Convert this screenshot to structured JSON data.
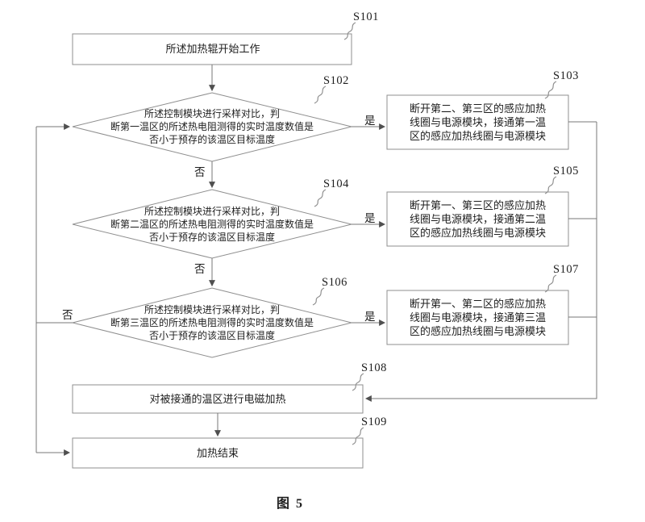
{
  "caption": "图 5",
  "labels": {
    "yes": "是",
    "no": "否"
  },
  "nodes": {
    "s101": {
      "ref": "S101",
      "text": "所述加热辊开始工作"
    },
    "s102": {
      "ref": "S102",
      "text": "所述控制模块进行采样对比，判\n断第一温区的所述热电阻测得的实时温度数值是\n否小于预存的该温区目标温度"
    },
    "s103": {
      "ref": "S103",
      "text": "断开第二、第三区的感应加热\n线圈与电源模块，接通第一温\n区的感应加热线圈与电源模块"
    },
    "s104": {
      "ref": "S104",
      "text": "所述控制模块进行采样对比，判\n断第二温区的所述热电阻测得的实时温度数值是\n否小于预存的该温区目标温度"
    },
    "s105": {
      "ref": "S105",
      "text": "断开第一、第三区的感应加热\n线圈与电源模块，接通第二温\n区的感应加热线圈与电源模块"
    },
    "s106": {
      "ref": "S106",
      "text": "所述控制模块进行采样对比，判\n断第三温区的所述热电阻测得的实时温度数值是\n否小于预存的该温区目标温度"
    },
    "s107": {
      "ref": "S107",
      "text": "断开第一、第二区的感应加热\n线圈与电源模块，接通第三温\n区的感应加热线圈与电源模块"
    },
    "s108": {
      "ref": "S108",
      "text": "对被接通的温区进行电磁加热"
    },
    "s109": {
      "ref": "S109",
      "text": "加热结束"
    }
  }
}
